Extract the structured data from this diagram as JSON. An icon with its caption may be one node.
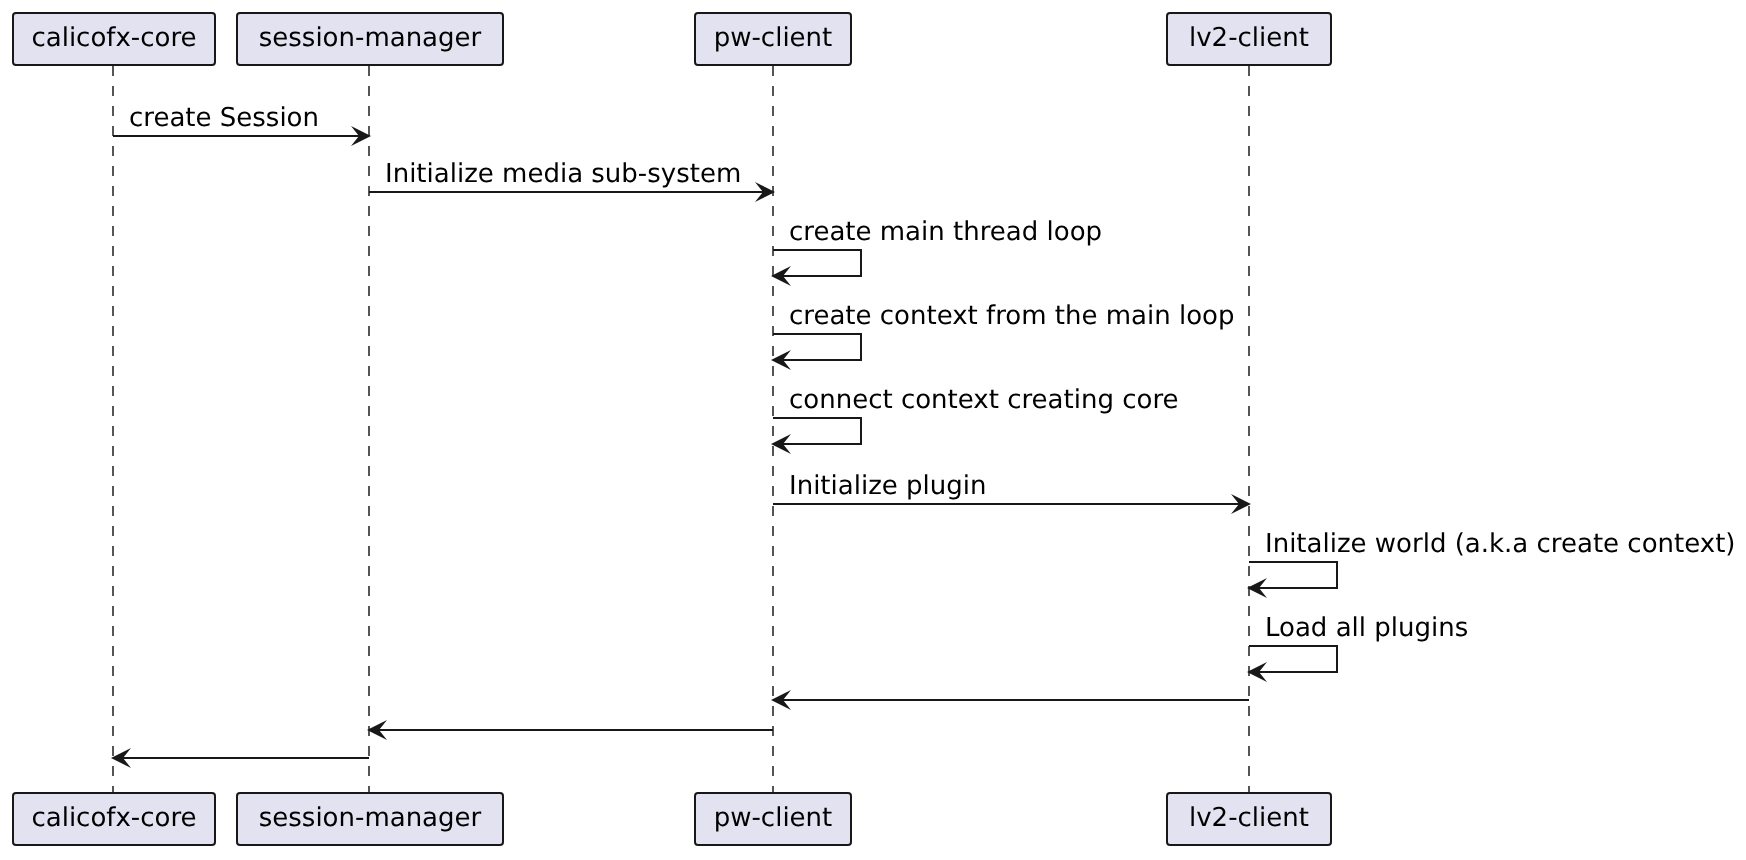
{
  "diagram": {
    "nodes": [
      {
        "text": [
          "calicofx-core"
        ]
      },
      {
        "text": [
          "session-manager"
        ]
      },
      {
        "text": [
          "pw-client"
        ]
      },
      {
        "text": [
          "lv2-client"
        ]
      },
      {
        "text": [
          "calicofx-core"
        ]
      },
      {
        "text": [
          "session-manager"
        ]
      },
      {
        "text": [
          "pw-client"
        ]
      },
      {
        "text": [
          "lv2-client"
        ]
      },
      {
        "text": [],
        "shape": "line"
      },
      {
        "text": [],
        "shape": "line"
      },
      {
        "text": [],
        "shape": "line"
      },
      {
        "text": [],
        "shape": "line"
      }
    ],
    "edges": [
      {
        "from": 8,
        "to": 9,
        "arrow": "to",
        "label": "create Session"
      },
      {
        "from": 9,
        "to": 10,
        "arrow": "to",
        "label": "Initialize media sub-system"
      },
      {
        "from": 10,
        "to": 10,
        "arrow": "to",
        "label": "create main thread loop"
      },
      {
        "from": 10,
        "to": 10,
        "arrow": "to",
        "label": "create context from the main loop"
      },
      {
        "from": 10,
        "to": 10,
        "arrow": "to",
        "label": "connect context creating core"
      },
      {
        "from": 10,
        "to": 11,
        "arrow": "to",
        "label": "Initialize plugin"
      },
      {
        "from": 11,
        "to": 11,
        "arrow": "to",
        "label": "Initalize world (a.k.a create context)"
      },
      {
        "from": 11,
        "to": 11,
        "arrow": "to",
        "label": "Load all plugins"
      },
      {
        "from": 11,
        "to": 10,
        "arrow": "to"
      },
      {
        "from": 10,
        "to": 9,
        "arrow": "to"
      },
      {
        "from": 9,
        "to": 8,
        "arrow": "to"
      }
    ]
  }
}
